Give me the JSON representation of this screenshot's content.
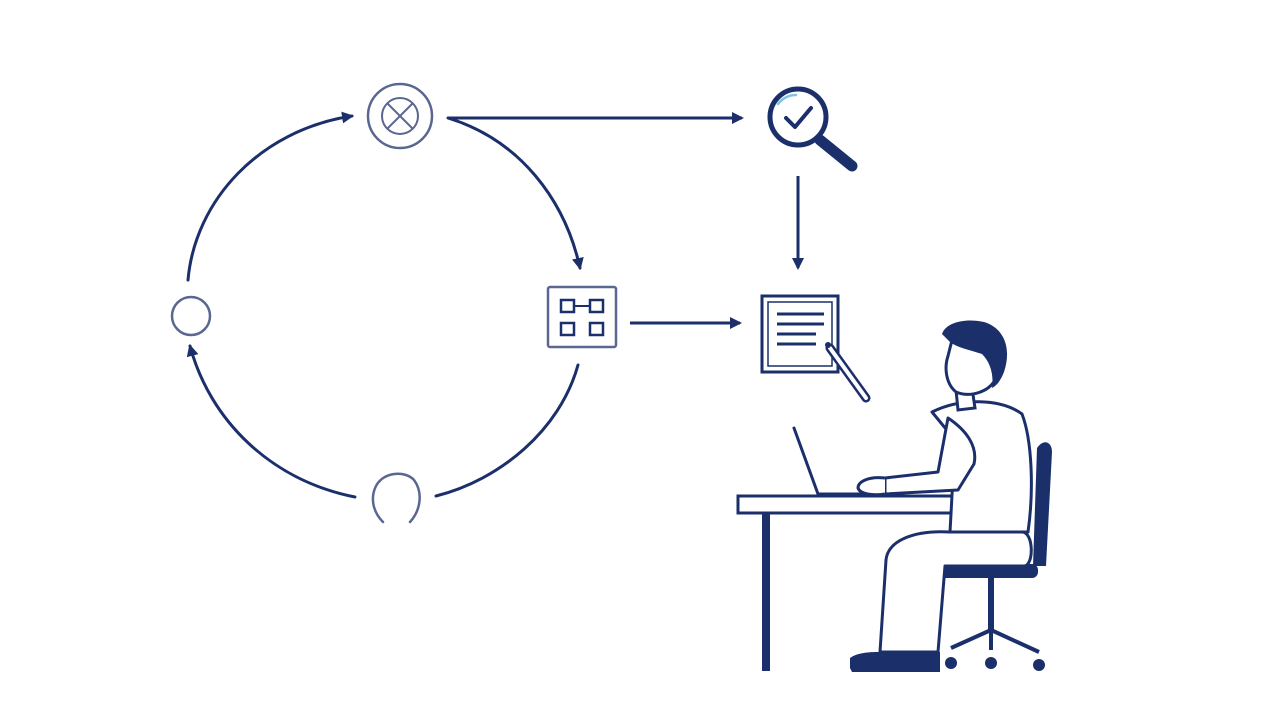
{
  "diagram": {
    "colors": {
      "primary": "#1b2f6b",
      "node_outline": "#5a6791",
      "accent": "#7fc4e0",
      "background": "#ffffff"
    },
    "nodes": [
      {
        "id": "top-cycle-node",
        "icon": "x-circle-icon"
      },
      {
        "id": "left-cycle-node",
        "icon": "empty-circle-icon"
      },
      {
        "id": "bottom-cycle-node",
        "icon": "person-head-icon"
      },
      {
        "id": "right-cycle-node",
        "icon": "grid-box-icon"
      },
      {
        "id": "review-node",
        "icon": "magnifier-check-icon"
      },
      {
        "id": "document-node",
        "icon": "document-pen-icon"
      }
    ],
    "edges": [
      {
        "from": "top-cycle-node",
        "to": "right-cycle-node"
      },
      {
        "from": "bottom-cycle-node",
        "to": "left-cycle-node"
      },
      {
        "from": "left-cycle-node",
        "to": "top-cycle-node"
      },
      {
        "from": "right-cycle-node",
        "to": "bottom-cycle-node"
      },
      {
        "from": "top-cycle-node",
        "to": "review-node"
      },
      {
        "from": "review-node",
        "to": "document-node"
      },
      {
        "from": "right-cycle-node",
        "to": "document-node"
      }
    ],
    "illustration": {
      "subject": "person-at-laptop",
      "icons": [
        "person-icon",
        "laptop-icon",
        "desk-icon",
        "office-chair-icon"
      ]
    }
  }
}
